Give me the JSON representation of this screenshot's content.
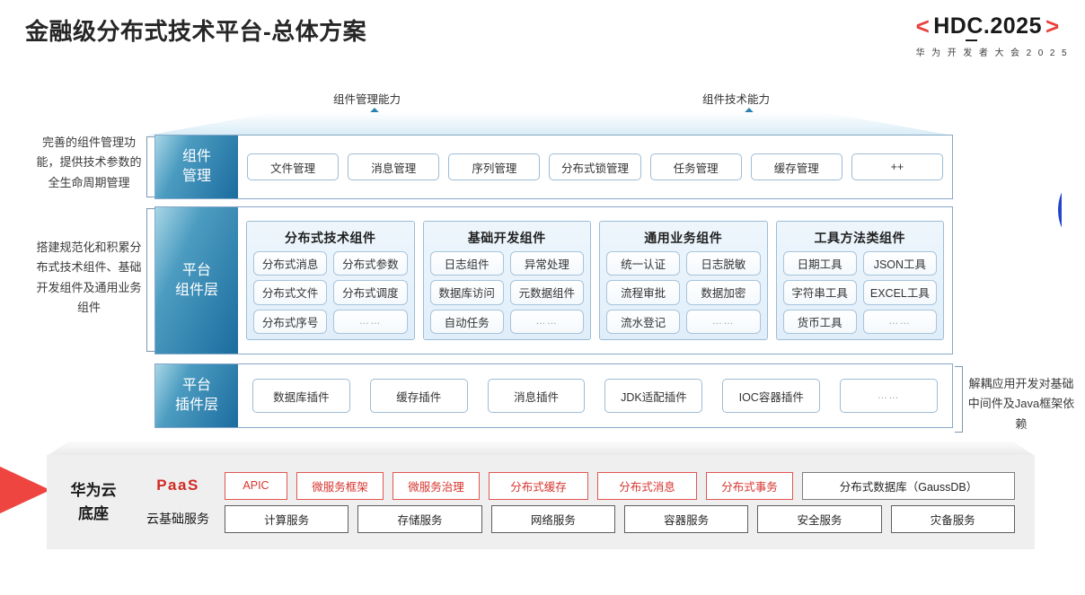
{
  "header": {
    "title": "金融级分布式技术平台-总体方案",
    "logo_open": "<",
    "logo_text": "HDC.2025",
    "logo_close": ">",
    "logo_sub": "华 为 开 发 者 大 会 2 0 2 5"
  },
  "arrows": [
    {
      "label": "组件管理能力"
    },
    {
      "label": "组件技术能力"
    }
  ],
  "annotations": {
    "left_top": "完善的组件管理功能，提供技术参数的全生命周期管理",
    "left_mid": "搭建规范化和积累分布式技术组件、基础开发组件及通用业务组件",
    "right_mid": "解耦应用开发对基础中间件及Java框架依赖"
  },
  "layers": {
    "component_management": {
      "tag_line1": "组件",
      "tag_line2": "管理",
      "chips": [
        "文件管理",
        "消息管理",
        "序列管理",
        "分布式锁管理",
        "任务管理",
        "缓存管理",
        "++"
      ]
    },
    "platform_component": {
      "tag_line1": "平台",
      "tag_line2": "组件层",
      "groups": [
        {
          "title": "分布式技术组件",
          "cells": [
            "分布式消息",
            "分布式参数",
            "分布式文件",
            "分布式调度",
            "分布式序号",
            "……"
          ]
        },
        {
          "title": "基础开发组件",
          "cells": [
            "日志组件",
            "异常处理",
            "数据库访问",
            "元数据组件",
            "自动任务",
            "……"
          ]
        },
        {
          "title": "通用业务组件",
          "cells": [
            "统一认证",
            "日志脱敏",
            "流程审批",
            "数据加密",
            "流水登记",
            "……"
          ]
        },
        {
          "title": "工具方法类组件",
          "cells": [
            "日期工具",
            "JSON工具",
            "字符串工具",
            "EXCEL工具",
            "货币工具",
            "……"
          ]
        }
      ]
    },
    "platform_plugin": {
      "tag_line1": "平台",
      "tag_line2": "插件层",
      "chips": [
        "数据库插件",
        "缓存插件",
        "消息插件",
        "JDK适配插件",
        "IOC容器插件",
        "……"
      ]
    }
  },
  "base": {
    "title_line1": "华为云",
    "title_line2": "底座",
    "paas_label": "PaaS",
    "paas_items": [
      {
        "label": "APIC",
        "style": "red"
      },
      {
        "label": "微服务框架",
        "style": "red"
      },
      {
        "label": "微服务治理",
        "style": "red"
      },
      {
        "label": "分布式缓存",
        "style": "red"
      },
      {
        "label": "分布式消息",
        "style": "red"
      },
      {
        "label": "分布式事务",
        "style": "red"
      },
      {
        "label": "分布式数据库（GaussDB）",
        "style": "gray"
      }
    ],
    "infra_label": "云基础服务",
    "infra_items": [
      "计算服务",
      "存储服务",
      "网络服务",
      "容器服务",
      "安全服务",
      "灾备服务"
    ]
  },
  "colors": {
    "brand_red": "#e8403a",
    "brand_blue": "#1b6c9f",
    "accent_blue": "#2346cf",
    "chip_border": "#9dbcd6"
  }
}
